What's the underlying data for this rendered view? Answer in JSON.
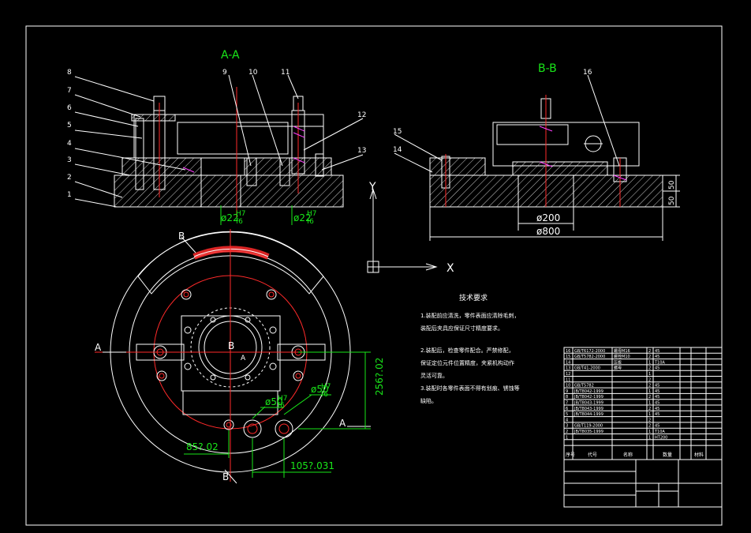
{
  "sections": {
    "aa_title": "A-A",
    "bb_title": "B-B"
  },
  "balloons": [
    "1",
    "2",
    "3",
    "4",
    "5",
    "6",
    "7",
    "8",
    "9",
    "10",
    "11",
    "12",
    "13",
    "14",
    "15",
    "16"
  ],
  "dims": {
    "aa_d1": "ø22",
    "aa_d2": "ø22",
    "fit_h7": "H7",
    "fit_f6": "f6",
    "bb_d200": "ø200",
    "bb_d800": "ø800",
    "bb_h50a": "50",
    "bb_h50b": "50",
    "plan_d50a": "ø50",
    "plan_d50b": "ø50",
    "plan_256": "256?.02",
    "plan_85": "85?.02",
    "plan_105": "105?.031"
  },
  "plan_labels": {
    "a_left": "A",
    "a_right": "A",
    "a_center": "A",
    "b_top": "B",
    "b_bottom": "B",
    "b_center": "B"
  },
  "axes": {
    "y": "Y",
    "x": "X"
  },
  "tech_req": {
    "title": "技术要求",
    "lines": [
      "1.装配前应清洗，零件表面应清除毛刺，",
      "装配后夹具应保证尺寸精度要求。",
      "2.装配后，检查零件配合。严禁修配，",
      "保证定位元件位置精度，夹紧机构动作",
      "灵活可靠。",
      "3.装配时各零件表面不得有划痕、锈蚀等",
      "缺陷。"
    ]
  },
  "bom": {
    "rows": [
      [
        "16",
        "GB/T6172-2000",
        "螺母M16",
        "2",
        "45"
      ],
      [
        "15",
        "GB/T5782-2000",
        "螺栓M10",
        "2",
        "45"
      ],
      [
        "14",
        "",
        "压板",
        "1",
        "T10A"
      ],
      [
        "13",
        "GB/T41-2000",
        "螺母",
        "2",
        "45"
      ],
      [
        "12",
        "",
        "",
        "1",
        ""
      ],
      [
        "11",
        "",
        "",
        "2",
        ""
      ],
      [
        "10",
        "GB/T5782",
        "",
        "2",
        "45"
      ],
      [
        "9",
        "JB/T8042-1999",
        "",
        "1",
        "45"
      ],
      [
        "8",
        "JB/T8042-1999",
        "",
        "2",
        "45"
      ],
      [
        "7",
        "JB/T8043-1999",
        "",
        "1",
        "45"
      ],
      [
        "6",
        "JB/T8043-1999",
        "",
        "2",
        "45"
      ],
      [
        "5",
        "JB/T8044-1999",
        "",
        "1",
        "45"
      ],
      [
        "4",
        "",
        "",
        "2",
        ""
      ],
      [
        "3",
        "GB/T119-2000",
        "",
        "2",
        "45"
      ],
      [
        "2",
        "JB/T8035-1999",
        "",
        "1",
        "T10A"
      ],
      [
        "1",
        "",
        "",
        "1",
        "HT200"
      ],
      [
        "",
        "",
        "",
        "",
        ""
      ]
    ],
    "header": [
      "序号",
      "代号",
      "名称",
      "数量",
      "材料"
    ]
  }
}
